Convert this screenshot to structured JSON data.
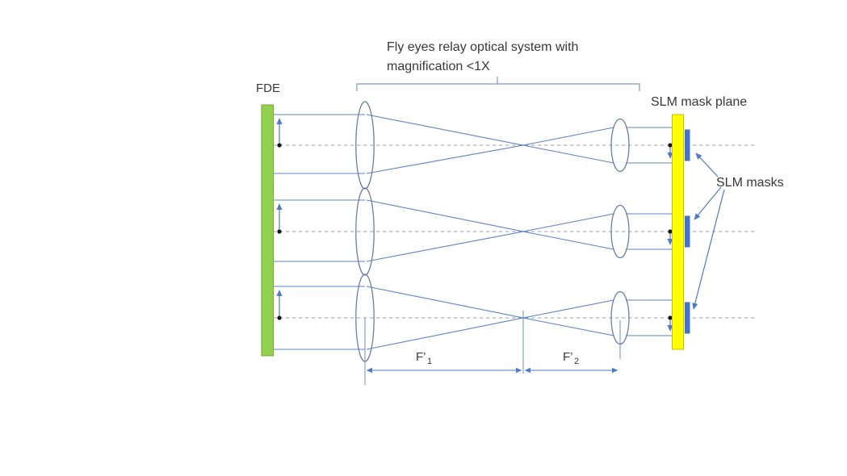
{
  "title": {
    "line1": "Fly eyes relay optical system with",
    "line2": "magnification <1X"
  },
  "labels": {
    "fde": "FDE",
    "slm_mask_plane": "SLM mask plane",
    "slm_masks": "SLM masks",
    "f1": {
      "main": "F’",
      "sub": "1"
    },
    "f2": {
      "main": "F’",
      "sub": "2"
    }
  },
  "colors": {
    "background": "#FFFFFF",
    "fde_bar": "#92D050",
    "fde_bar_border": "#76A832",
    "slm_plane_bar": "#FFFF00",
    "slm_plane_bar_border": "#C9BC00",
    "slm_mask": "#4472C4",
    "ray_blue": "#5B83C6",
    "arrow_blue": "#4F7AC7",
    "lens_outline": "#6C7FA3",
    "axis_dash_gray": "#9AA3AE",
    "text": "#383838"
  },
  "structure": {
    "channel_count": 3,
    "masks_count": 3
  }
}
